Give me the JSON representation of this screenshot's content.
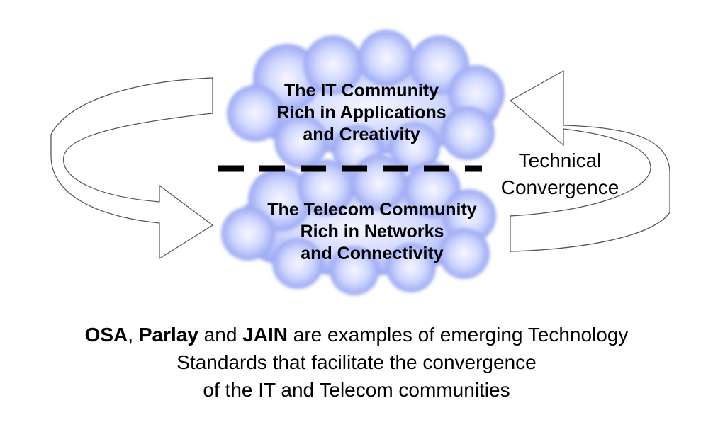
{
  "clouds": {
    "top": {
      "line1": "The IT Community",
      "line2": "Rich in Applications",
      "line3": "and Creativity"
    },
    "bottom": {
      "line1": "The Telecom Community",
      "line2": "Rich in Networks",
      "line3": "and Connectivity"
    }
  },
  "convergence_label": {
    "line1": "Technical",
    "line2": "Convergence"
  },
  "caption": {
    "osa": "OSA",
    "sep1": ", ",
    "parlay": "Parlay",
    "and": " and ",
    "jain": "JAIN",
    "rest1": " are examples of emerging Technology",
    "line2": "Standards that facilitate the convergence",
    "line3": "of the IT and Telecom communities"
  },
  "colors": {
    "cloud_center": "#f4f6ff",
    "cloud_edge": "#8f9ff5",
    "arrow_face": "#ffffff",
    "arrow_inner": "#d4d4d4",
    "outline": "#555555",
    "dash": "#000000"
  }
}
